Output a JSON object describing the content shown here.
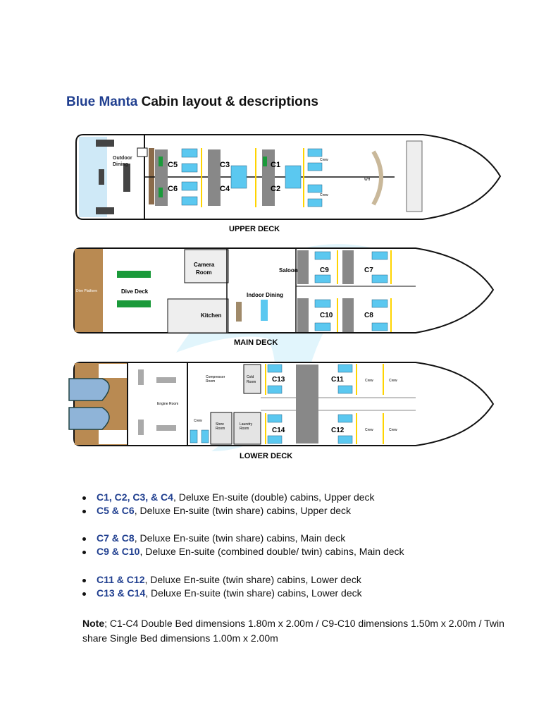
{
  "title": {
    "brand": "Blue Manta",
    "rest": " Cabin layout & descriptions"
  },
  "decks": {
    "upper": {
      "label": "UPPER DECK",
      "rooms": {
        "outdoor1": "Outdoor",
        "outdoor2": "Dining",
        "c5": "C5",
        "c6": "C6",
        "c3": "C3",
        "c4": "C4",
        "c1": "C1",
        "c2": "C2",
        "crew1": "Crew",
        "crew2": "Crew",
        "wh": "WH"
      }
    },
    "main": {
      "label": "MAIN DECK",
      "rooms": {
        "dive_platform": "Dive Platform",
        "dive_deck": "Dive Deck",
        "camera1": "Camera",
        "camera2": "Room",
        "saloon": "Saloon",
        "indoor_dining": "Indoor Dining",
        "kitchen": "Kitchen",
        "c9": "C9",
        "c7": "C7",
        "c10": "C10",
        "c8": "C8"
      }
    },
    "lower": {
      "label": "LOWER DECK",
      "rooms": {
        "engine": "Engine Room",
        "compressor1": "Compressor",
        "compressor2": "Room",
        "cold1": "Cold",
        "cold2": "Room",
        "c13": "C13",
        "c11": "C11",
        "c14": "C14",
        "c12": "C12",
        "crew_a": "Crew",
        "store1": "Store",
        "store2": "Room",
        "laundry1": "Laundry",
        "laundry2": "Room",
        "crew_b": "Crew",
        "crew_c": "Crew",
        "crew_d": "Crew",
        "crew_e": "Crew"
      }
    }
  },
  "bullets": [
    {
      "key": "C1, C2, C3, & C4",
      "text": ", Deluxe En-suite (double) cabins, Upper deck"
    },
    {
      "key": "C5 & C6",
      "text": ", Deluxe En-suite (twin share) cabins, Upper deck"
    },
    {
      "key": "C7 & C8",
      "text": ", Deluxe En-suite (twin share) cabins, Main deck"
    },
    {
      "key": "C9 & C10",
      "text": ", Deluxe En-suite (combined double/ twin) cabins, Main deck"
    },
    {
      "key": "C11 & C12",
      "text": ", Deluxe En-suite (twin share) cabins, Lower deck"
    },
    {
      "key": "C13 & C14",
      "text": ", Deluxe En-suite (twin share) cabins, Lower deck"
    }
  ],
  "note": {
    "label": "Note",
    "text": "; C1-C4 Double Bed dimensions 1.80m x 2.00m / C9-C10 dimensions 1.50m x 2.00m / Twin share Single Bed dimensions 1.00m x 2.00m"
  },
  "colors": {
    "brand": "#1f3e8f",
    "bed": "#5bc8f0",
    "wall": "#222222",
    "wood": "#b98a52",
    "green": "#1a9a3a",
    "grey": "#8a8a8a"
  }
}
